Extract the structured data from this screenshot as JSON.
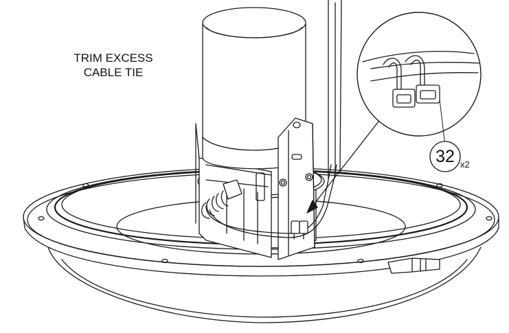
{
  "instruction": {
    "line1": "TRIM EXCESS",
    "line2": "CABLE TIE"
  },
  "callout": {
    "part_number": "32",
    "quantity": "x2"
  },
  "colors": {
    "line": "#1a1a1a",
    "fill": "#ffffff",
    "shade": "#d9d9d9"
  },
  "icons": [
    "cable-tie-icon",
    "leader-arrow-icon"
  ]
}
